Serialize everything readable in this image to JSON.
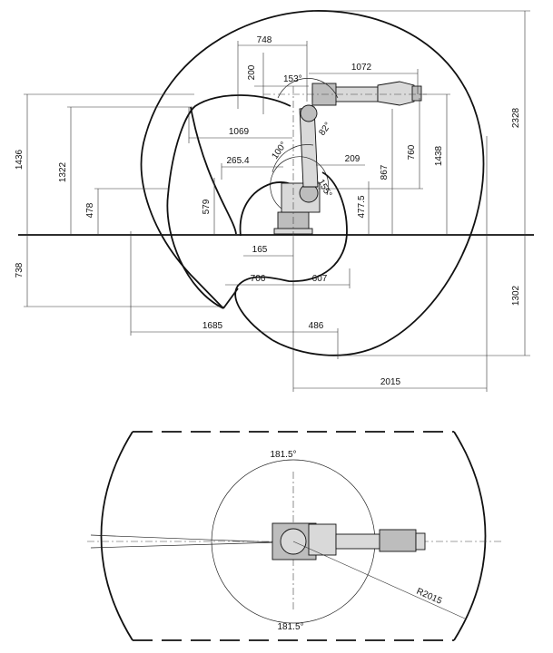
{
  "side_view": {
    "dimensions": {
      "d748": "748",
      "d1072": "1072",
      "d200": "200",
      "d153": "153°",
      "d82": "82°",
      "d1069": "1069",
      "d100": "100°",
      "d265": "265.4",
      "d209": "209",
      "d155": "155°",
      "d760": "760",
      "d1438": "1438",
      "d867": "867",
      "d2328": "2328",
      "d1436": "1436",
      "d1322": "1322",
      "d478": "478",
      "d579": "579",
      "d4775": "477.5",
      "d165": "165",
      "d738": "738",
      "d706": "706",
      "d607": "607",
      "d1302": "1302",
      "d1685": "1685",
      "d486": "486",
      "d2015": "2015"
    }
  },
  "top_view": {
    "labels": {
      "angle_top": "181.5°",
      "angle_bottom": "181.5°",
      "radius": "R2015"
    }
  }
}
